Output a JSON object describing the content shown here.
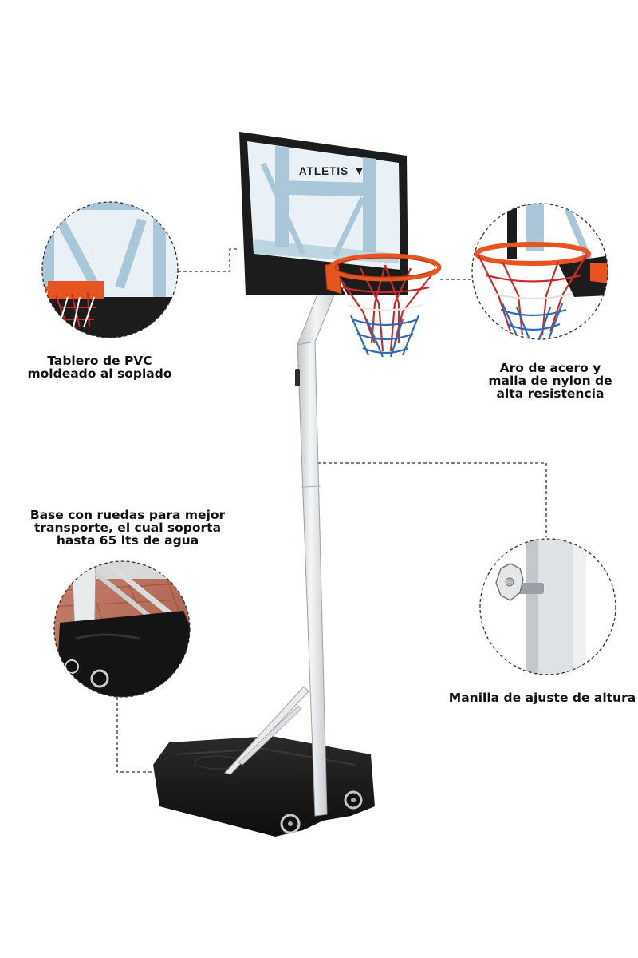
{
  "product": {
    "brand_logo": "ATLETIS",
    "colors": {
      "backboard_frame": "#1c1c1c",
      "backboard_panel": "#e9f1f6",
      "backboard_stripe": "#a9c7d8",
      "rim": "#e8541f",
      "net_white": "#ffffff",
      "net_blue": "#2d6ab8",
      "net_red": "#cc2a2a",
      "pole": "#e4e6e8",
      "base": "#1a1a1a"
    }
  },
  "callouts": {
    "backboard": {
      "lines": [
        "Tablero de PVC",
        "moldeado al soplado"
      ],
      "icon": "backboard-closeup-icon"
    },
    "rim": {
      "lines": [
        "Aro de acero y",
        "malla de nylon de",
        "alta resistencia"
      ],
      "icon": "rim-closeup-icon"
    },
    "base": {
      "lines": [
        "Base con ruedas para mejor",
        "transporte, el cual soporta",
        "hasta 65 lts de agua"
      ],
      "icon": "base-closeup-icon"
    },
    "handle": {
      "lines": [
        "Manilla de ajuste de altura"
      ],
      "icon": "handle-closeup-icon"
    }
  }
}
